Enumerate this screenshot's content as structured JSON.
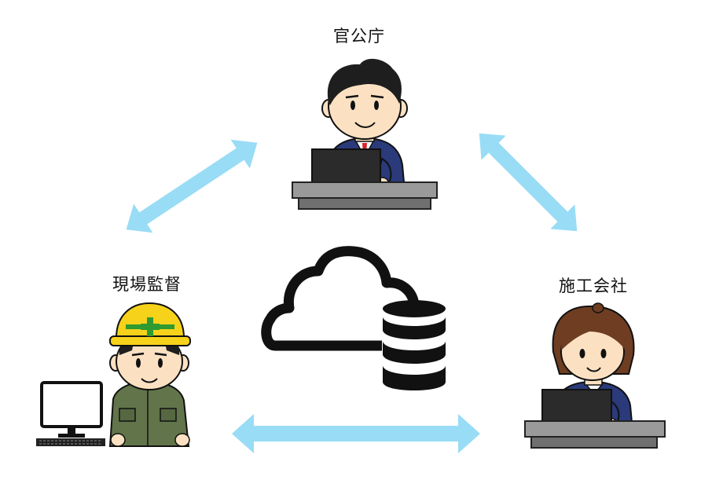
{
  "nodes": {
    "government": {
      "label": "官公庁"
    },
    "site_supervisor": {
      "label": "現場監督"
    },
    "contractor": {
      "label": "施工会社"
    }
  },
  "center": {
    "icon": "cloud-database-icon"
  },
  "colors": {
    "arrow": "#99dcf5",
    "suit": "#2a3a7a",
    "hair": "#1e1e1e",
    "skin": "#fbe1c2",
    "helmet": "#f6d21a",
    "work_clothes": "#62744a",
    "desk": "#8a8a8a",
    "cloud_icon": "#111111"
  }
}
